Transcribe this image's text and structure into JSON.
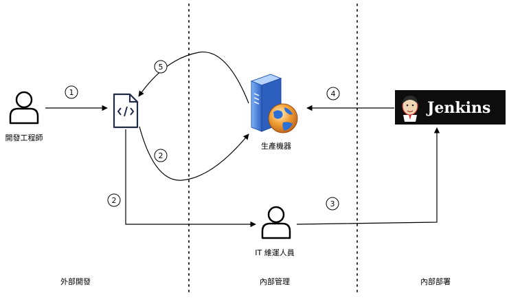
{
  "lanes": [
    {
      "label": "外部開發"
    },
    {
      "label": "內部管理"
    },
    {
      "label": "內部部署"
    }
  ],
  "nodes": {
    "developer": {
      "label": "開發工程師",
      "icon": "person-icon"
    },
    "code_file": {
      "label": "",
      "icon": "code-file-icon"
    },
    "server": {
      "label": "生產機器",
      "icon": "server-globe-icon"
    },
    "it_ops": {
      "label": "IT 維運人員",
      "icon": "person-icon"
    },
    "jenkins": {
      "label": "Jenkins",
      "icon": "jenkins-logo"
    }
  },
  "steps": {
    "s1": "1",
    "s2a": "2",
    "s2b": "2",
    "s3": "3",
    "s4": "4",
    "s5": "5"
  },
  "colors": {
    "jenkins_bg": "#0d0d0d",
    "server_blue": "#3d7ad9",
    "globe_orange": "#f2a035",
    "file_outline": "#1f2a44"
  }
}
